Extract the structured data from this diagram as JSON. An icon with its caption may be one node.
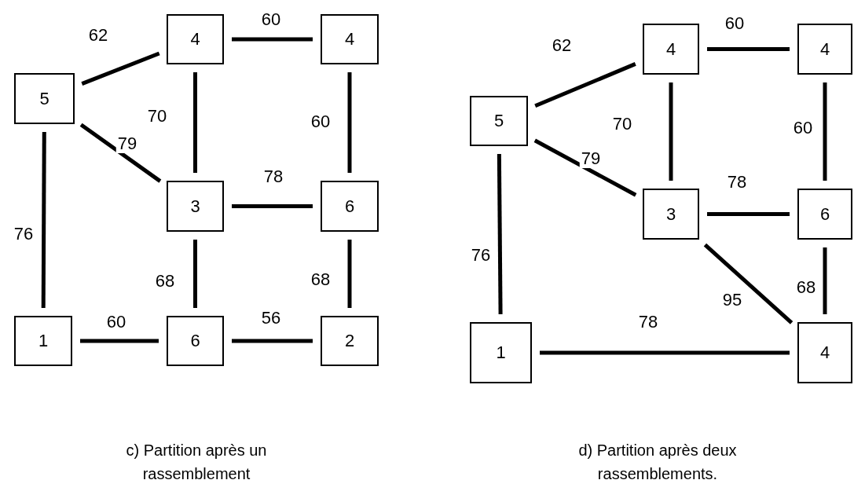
{
  "diagram": {
    "nodes": [
      {
        "text": [
          "4"
        ]
      },
      {
        "text": [
          "4"
        ]
      },
      {
        "text": [
          "5"
        ]
      },
      {
        "text": [
          "3"
        ]
      },
      {
        "text": [
          "6"
        ]
      },
      {
        "text": [
          "1"
        ]
      },
      {
        "text": [
          "6"
        ]
      },
      {
        "text": [
          "2"
        ]
      },
      {
        "text": [
          "4"
        ]
      },
      {
        "text": [
          "4"
        ]
      },
      {
        "text": [
          "5"
        ]
      },
      {
        "text": [
          "3"
        ]
      },
      {
        "text": [
          "6"
        ]
      },
      {
        "text": [
          "1"
        ]
      },
      {
        "text": [
          "4"
        ]
      }
    ],
    "edges": [
      {
        "from": 2,
        "to": 0,
        "arrow": "none",
        "label": "62"
      },
      {
        "from": 0,
        "to": 1,
        "arrow": "none",
        "label": "60"
      },
      {
        "from": 0,
        "to": 3,
        "arrow": "none",
        "label": "70"
      },
      {
        "from": 1,
        "to": 4,
        "arrow": "none",
        "label": "60"
      },
      {
        "from": 2,
        "to": 3,
        "arrow": "none",
        "label": "79"
      },
      {
        "from": 3,
        "to": 4,
        "arrow": "none",
        "label": "78"
      },
      {
        "from": 2,
        "to": 5,
        "arrow": "none",
        "label": "76"
      },
      {
        "from": 3,
        "to": 6,
        "arrow": "none",
        "label": "68"
      },
      {
        "from": 4,
        "to": 7,
        "arrow": "none",
        "label": "68"
      },
      {
        "from": 5,
        "to": 6,
        "arrow": "none",
        "label": "60"
      },
      {
        "from": 6,
        "to": 7,
        "arrow": "none",
        "label": "56"
      },
      {
        "from": 10,
        "to": 8,
        "arrow": "none",
        "label": "62"
      },
      {
        "from": 8,
        "to": 9,
        "arrow": "none",
        "label": "60"
      },
      {
        "from": 8,
        "to": 11,
        "arrow": "none",
        "label": "70"
      },
      {
        "from": 9,
        "to": 12,
        "arrow": "none",
        "label": "60"
      },
      {
        "from": 10,
        "to": 11,
        "arrow": "none",
        "label": "79"
      },
      {
        "from": 11,
        "to": 12,
        "arrow": "none",
        "label": "78"
      },
      {
        "from": 10,
        "to": 13,
        "arrow": "none",
        "label": "76"
      },
      {
        "from": 11,
        "to": 14,
        "arrow": "none",
        "label": "95"
      },
      {
        "from": 12,
        "to": 14,
        "arrow": "none",
        "label": "68"
      },
      {
        "from": 13,
        "to": 14,
        "arrow": "none",
        "label": "78"
      }
    ],
    "labels": [
      "c) Partition après un rassemblement",
      "d) Partition après deux rassemblements."
    ]
  }
}
